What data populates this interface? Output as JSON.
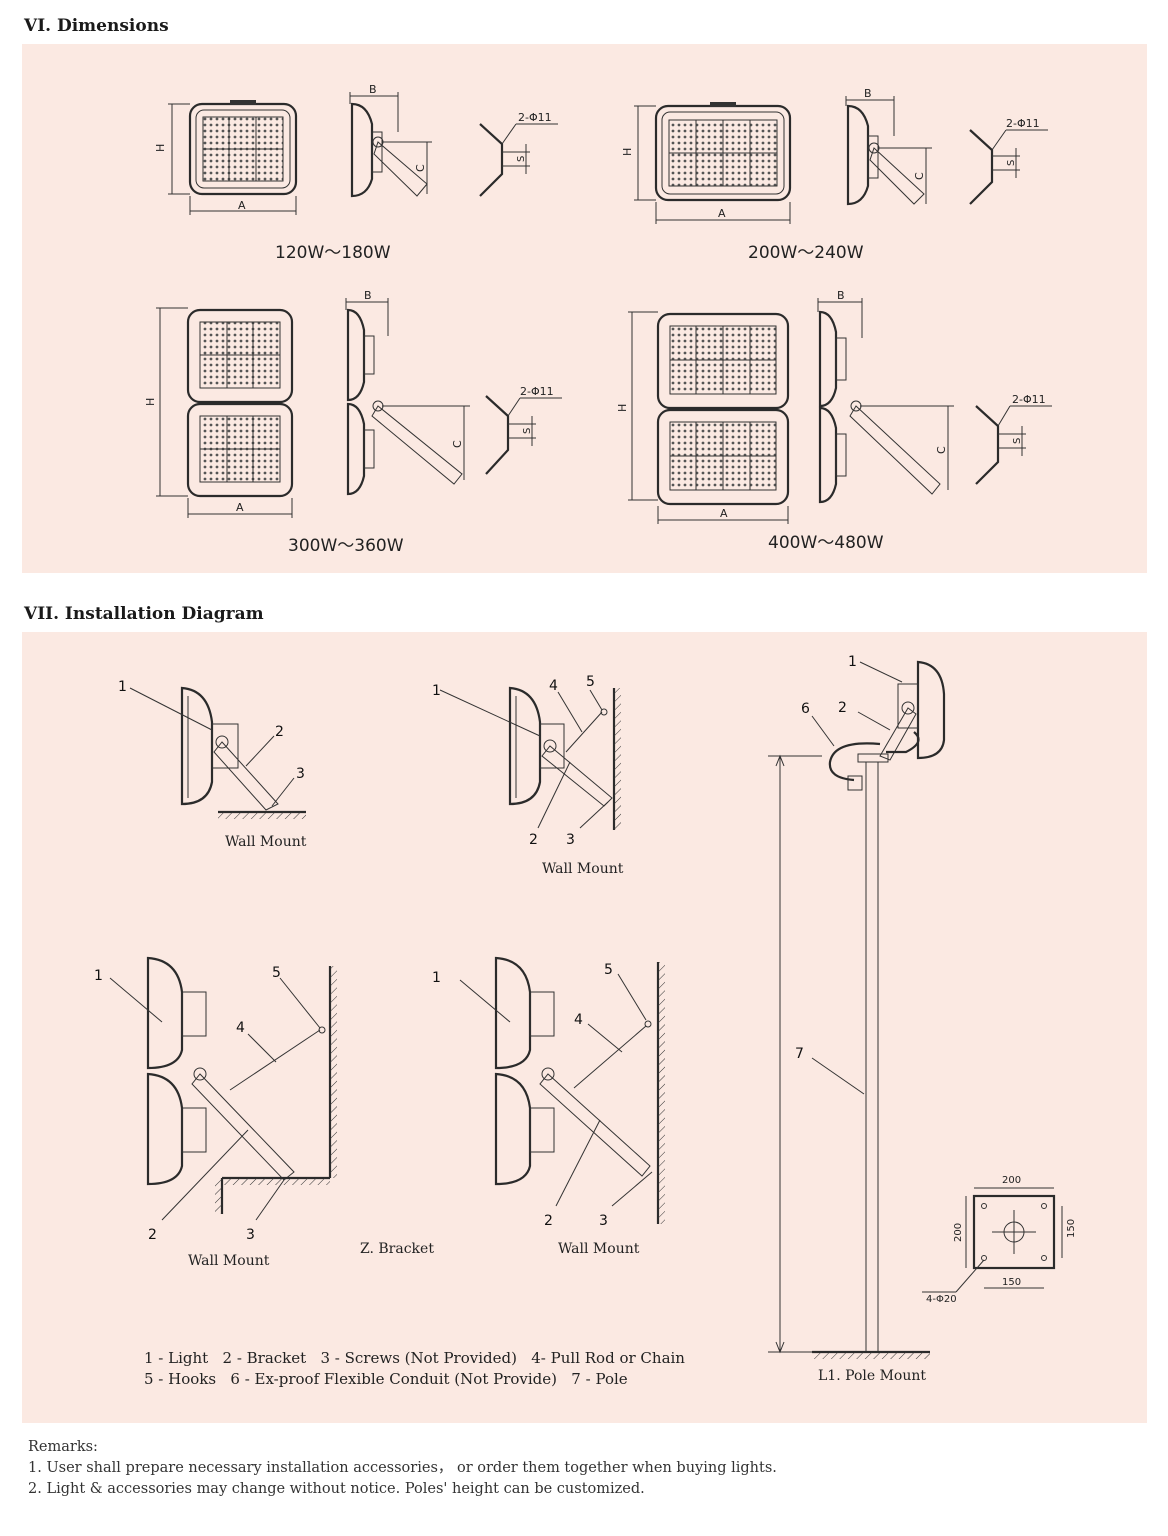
{
  "sections": {
    "dimensions": {
      "title": "VI. Dimensions",
      "models": [
        {
          "caption": "120W～180W"
        },
        {
          "caption": "200W～240W"
        },
        {
          "caption": "300W～360W"
        },
        {
          "caption": "400W～480W"
        }
      ],
      "labels": {
        "a": "A",
        "b": "B",
        "c": "C",
        "h": "H",
        "s": "S",
        "hole": "2-Φ11"
      }
    },
    "installation": {
      "title": "VII. Installation Diagram",
      "captions": {
        "wall_mount": "Wall Mount",
        "z_bracket": "Z. Bracket",
        "pole_mount": "L1. Pole Mount"
      },
      "numbers": [
        "1",
        "2",
        "3",
        "4",
        "5",
        "6",
        "7"
      ],
      "base_plate": {
        "top": "200",
        "left": "200",
        "right": "150",
        "bottom": "150",
        "holes": "4-Φ20"
      },
      "legend": [
        "1 - Light   2 - Bracket   3 - Screws (Not Provided)   4- Pull Rod or Chain",
        "5 - Hooks   6 - Ex-proof Flexible Conduit (Not Provide)   7 - Pole"
      ]
    }
  },
  "remarks": {
    "title": "Remarks:",
    "items": [
      "1. User shall prepare necessary installation accessories，  or order them together when buying lights.",
      "2. Light & accessories may change without notice. Poles' height can be customized."
    ]
  }
}
